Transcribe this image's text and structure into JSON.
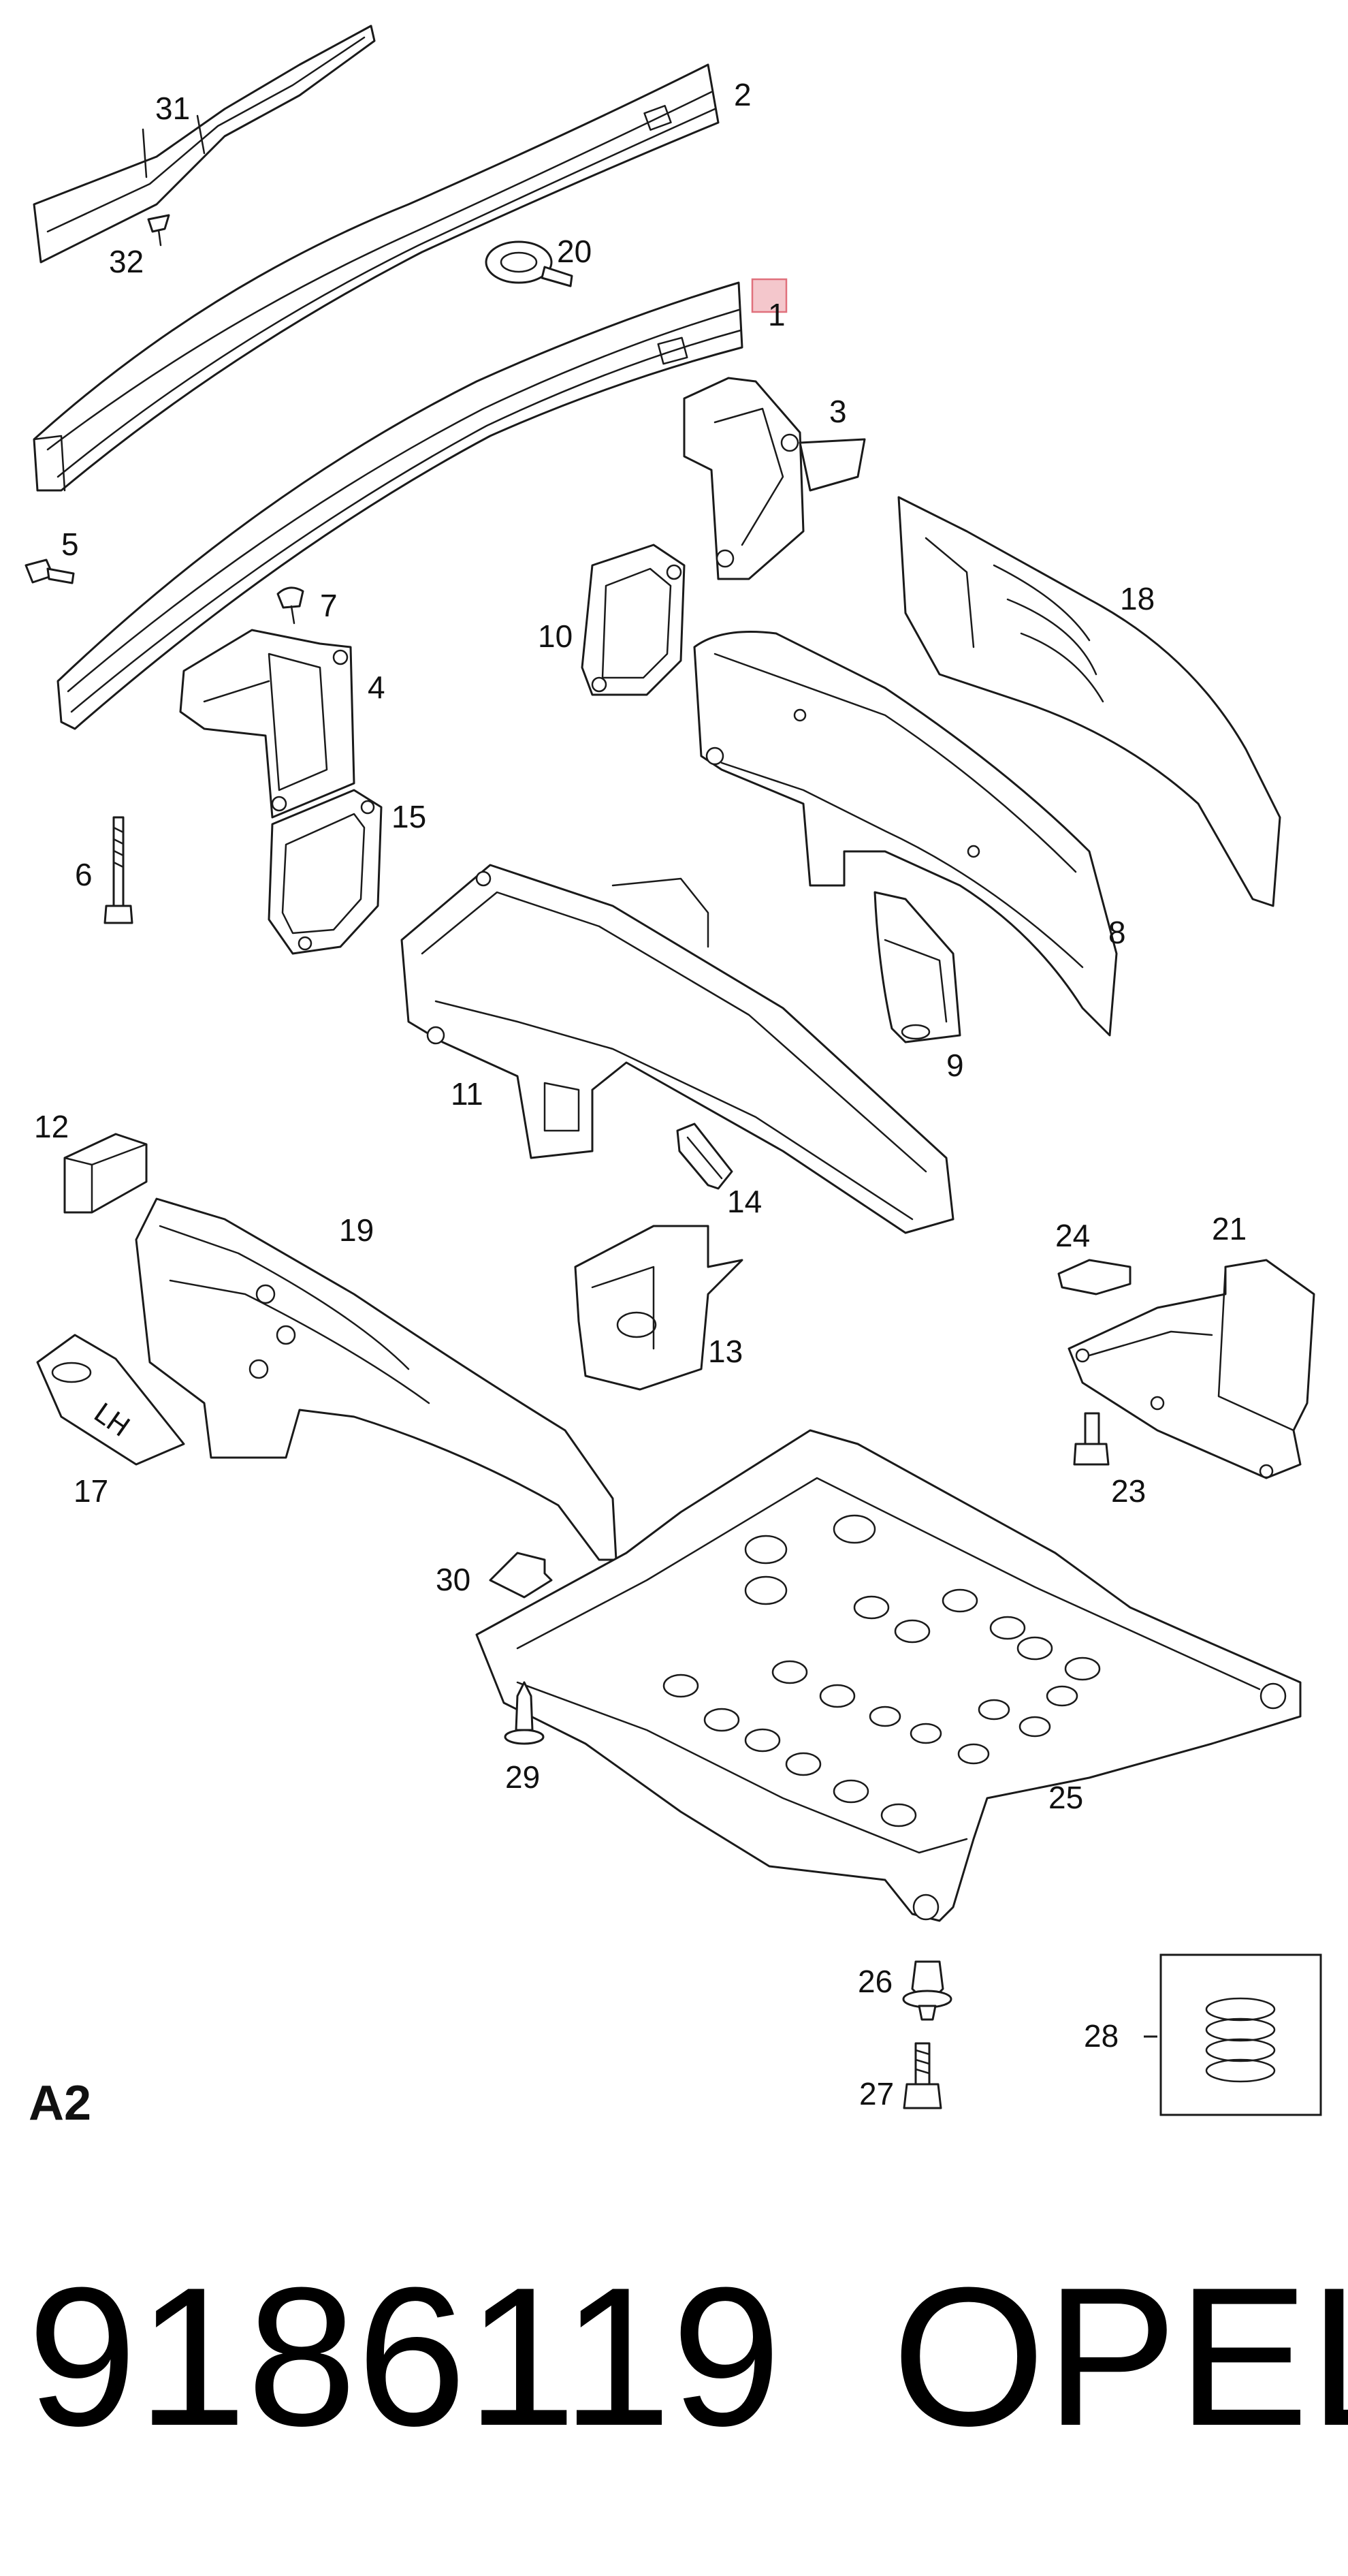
{
  "callouts": {
    "c1": "1",
    "c2": "2",
    "c3": "3",
    "c4": "4",
    "c5": "5",
    "c6": "6",
    "c7": "7",
    "c8": "8",
    "c9": "9",
    "c10": "10",
    "c11": "11",
    "c12": "12",
    "c13": "13",
    "c14": "14",
    "c15": "15",
    "c17": "17",
    "c18": "18",
    "c19": "19",
    "c20": "20",
    "c21": "21",
    "c23": "23",
    "c24": "24",
    "c25": "25",
    "c26": "26",
    "c27": "27",
    "c28": "28",
    "c29": "29",
    "c30": "30",
    "c31": "31",
    "c32": "32"
  },
  "part_marking": "LH",
  "section_label": "A2",
  "part_number": "9186119",
  "brand": "OPEL",
  "highlight_color": "#f4c7cc",
  "highlight_stroke": "#e0707c"
}
